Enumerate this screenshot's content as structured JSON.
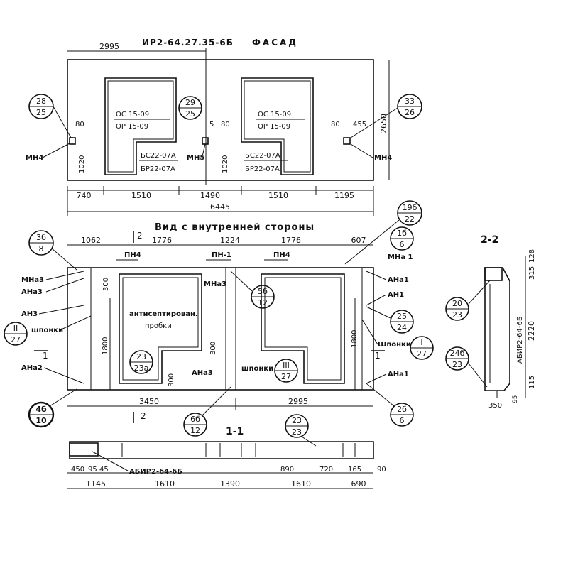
{
  "facade": {
    "mark": "ИР2-64.27.35-6Б",
    "title": "ФАСАД",
    "dim_top": "2995",
    "dim_height": "2650",
    "dims_bottom": [
      "740",
      "1510",
      "1490",
      "1510",
      "1195"
    ],
    "dim_total": "6445",
    "windows": [
      {
        "label1": "ОС 15-09",
        "label2": "ОР 15-09",
        "door1": "БС22-07А",
        "door2": "БР22-07А"
      },
      {
        "label1": "ОС 15-09",
        "label2": "ОР 15-09",
        "door1": "БС22-07А",
        "door2": "БР22-07А"
      }
    ],
    "callouts": [
      {
        "top": "28",
        "bottom": "25"
      },
      {
        "top": "29",
        "bottom": "25"
      },
      {
        "top": "33",
        "bottom": "26"
      }
    ],
    "small_dims": {
      "d80a": "80",
      "d80b": "80",
      "d80c": "80",
      "d5": "5",
      "d455": "455",
      "d1020a": "1020",
      "d1020b": "1020"
    },
    "tags": {
      "mn4_left": "МН4",
      "mn5": "МН5",
      "mn4_right": "МН4"
    }
  },
  "inner": {
    "title": "Вид с внутренней стороны",
    "dims_top": [
      "1062",
      "1776",
      "1224",
      "1776",
      "607"
    ],
    "dims_bottom": [
      "3450",
      "2995"
    ],
    "section_marks": {
      "top": "2",
      "bottom": "2",
      "left": "1",
      "right": "1"
    },
    "callouts": [
      {
        "top": "3б",
        "bottom": "8"
      },
      {
        "top": "19б",
        "bottom": "22"
      },
      {
        "top": "1б",
        "bottom": "6"
      },
      {
        "top": "5б",
        "bottom": "12"
      },
      {
        "top": "25",
        "bottom": "24"
      },
      {
        "top": "23",
        "bottom": "23а"
      },
      {
        "top": "4б",
        "bottom": "10"
      },
      {
        "top": "6б",
        "bottom": "12"
      },
      {
        "top": "2б",
        "bottom": "6"
      },
      {
        "top": "II",
        "bottom": "27"
      },
      {
        "top": "III",
        "bottom": "27"
      },
      {
        "top": "I",
        "bottom": "27"
      }
    ],
    "labels": {
      "pn4a": "ПН4",
      "pn1": "ПН-1",
      "pn4b": "ПН4",
      "mna3a": "МНа3",
      "ana3a": "АНа3",
      "an3": "АН3",
      "shponki_left": "шпонки",
      "ana2": "АНа2",
      "mna3b": "МНа3",
      "mna1": "МНа 1",
      "ana1a": "АНа1",
      "an1": "АН1",
      "shponki_right": "Шпонки",
      "ana1b": "АНа1",
      "ana3b": "АНа3",
      "shponki_mid": "шпонки",
      "antiseptic1": "антисептирован.",
      "antiseptic2": "пробки"
    },
    "small_dims": {
      "d300a": "300",
      "d300b": "300",
      "d300c": "300",
      "d1800a": "1800",
      "d1800b": "1800"
    }
  },
  "section22": {
    "title": "2-2",
    "mark": "АБИР2-64-6Б",
    "dims": {
      "d128": "128",
      "d315": "315",
      "d2220": "2220",
      "d115": "115",
      "d350": "350",
      "d95": "95"
    },
    "callouts": [
      {
        "top": "20",
        "bottom": "23"
      },
      {
        "top": "24б",
        "bottom": "23"
      }
    ]
  },
  "section11": {
    "title": "1-1",
    "mark": "АБИР2-64-6Б",
    "callout": {
      "top": "23",
      "bottom": "23"
    },
    "dims_upper": [
      "450",
      "95",
      "45",
      "890",
      "720",
      "165",
      "90"
    ],
    "dims_lower": [
      "1145",
      "1610",
      "1390",
      "1610",
      "690"
    ]
  }
}
